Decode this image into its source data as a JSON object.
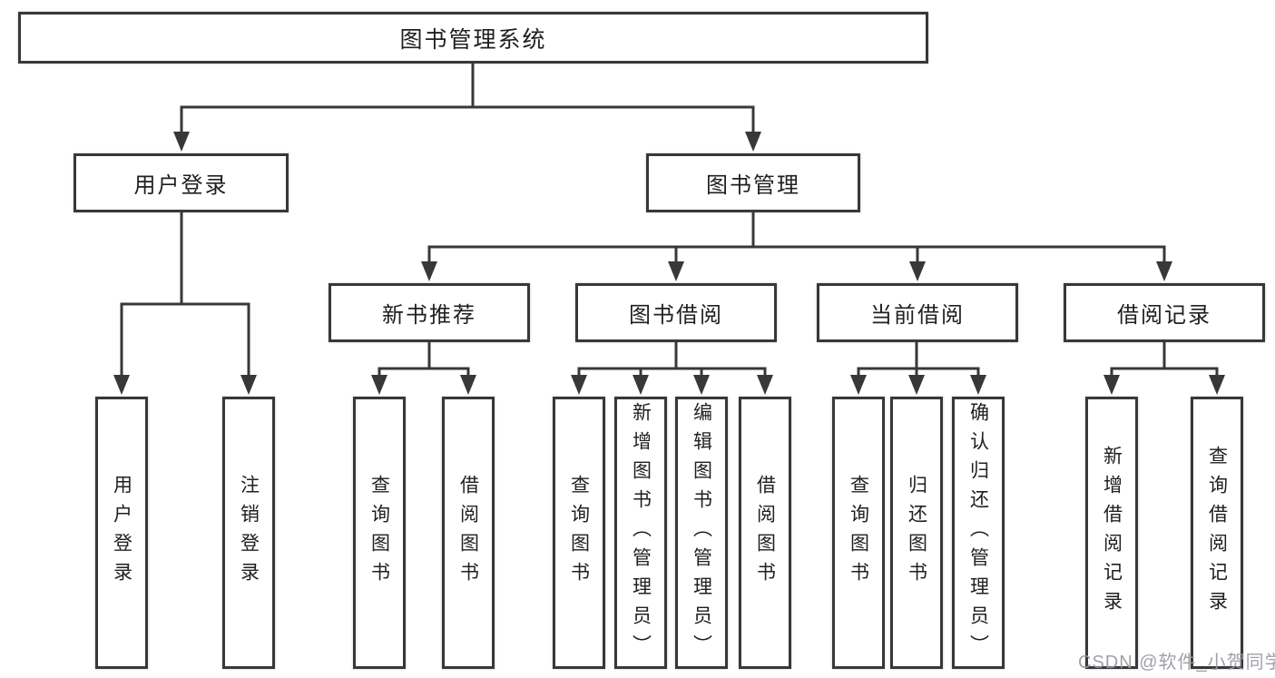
{
  "diagram": {
    "type": "hierarchy-tree",
    "background": "#ffffff",
    "line_color": "#383838",
    "text_color": "#202020",
    "watermark": {
      "text": "CSDN @软件_小贺同学",
      "color": "#9898a2"
    },
    "tree": {
      "label": "图书管理系统",
      "children": [
        {
          "label": "用户登录",
          "children": [
            {
              "label": "用户登录"
            },
            {
              "label": "注销登录"
            }
          ]
        },
        {
          "label": "图书管理",
          "children": [
            {
              "label": "新书推荐",
              "children": [
                {
                  "label": "查询图书"
                },
                {
                  "label": "借阅图书"
                }
              ]
            },
            {
              "label": "图书借阅",
              "children": [
                {
                  "label": "查询图书"
                },
                {
                  "label": "新增图书（管理员）"
                },
                {
                  "label": "编辑图书（管理员）"
                },
                {
                  "label": "借阅图书"
                }
              ]
            },
            {
              "label": "当前借阅",
              "children": [
                {
                  "label": "查询图书"
                },
                {
                  "label": "归还图书"
                },
                {
                  "label": "确认归还（管理员）"
                }
              ]
            },
            {
              "label": "借阅记录",
              "children": [
                {
                  "label": "新增借阅记录"
                },
                {
                  "label": "查询借阅记录"
                }
              ]
            }
          ]
        }
      ]
    }
  }
}
